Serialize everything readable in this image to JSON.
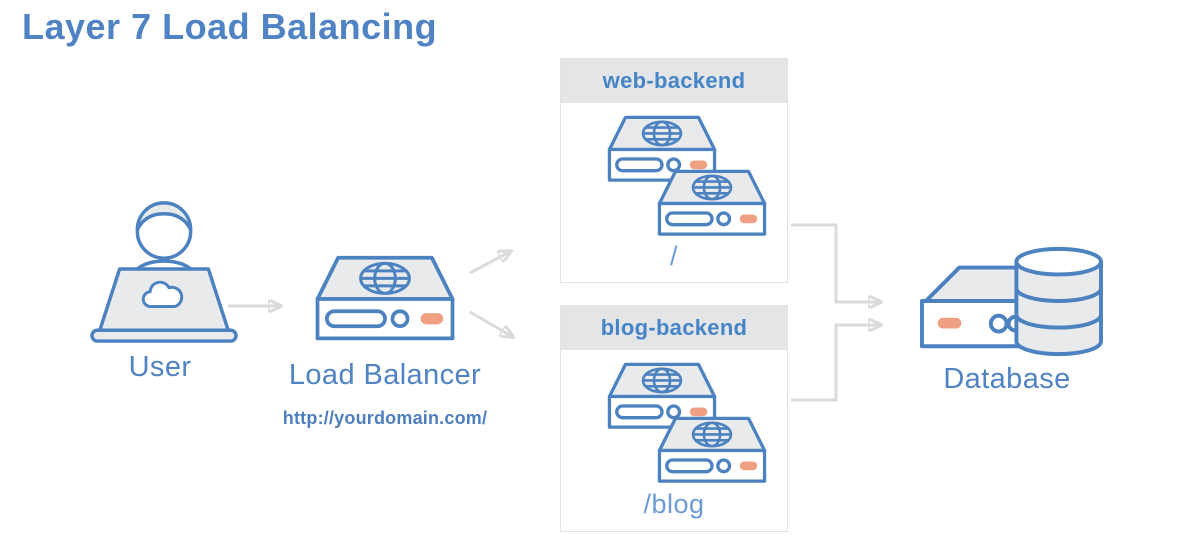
{
  "title": "Layer 7 Load Balancing",
  "nodes": {
    "user": {
      "label": "User"
    },
    "load_balancer": {
      "label": "Load Balancer",
      "url": "http://yourdomain.com/"
    },
    "database": {
      "label": "Database"
    }
  },
  "backends": [
    {
      "name": "web-backend",
      "route": "/"
    },
    {
      "name": "blog-backend",
      "route": "/blog"
    }
  ],
  "icons": {
    "user": "user-at-laptop-with-cloud-icon",
    "load_balancer": "server-with-globe-icon",
    "backend_server": "server-with-globe-icon",
    "database": "server-with-db-cylinder-icon"
  },
  "colors": {
    "accent_blue_stroke": "#4c82c0",
    "label_blue": "#5083c3",
    "route_blue": "#6d9bd3",
    "header_text_blue": "#4584c6",
    "fill_gray": "#e9eaec",
    "header_gray": "#e4e5e7",
    "arrow_gray": "#d9dbdd",
    "orange_accent": "#efa083"
  }
}
